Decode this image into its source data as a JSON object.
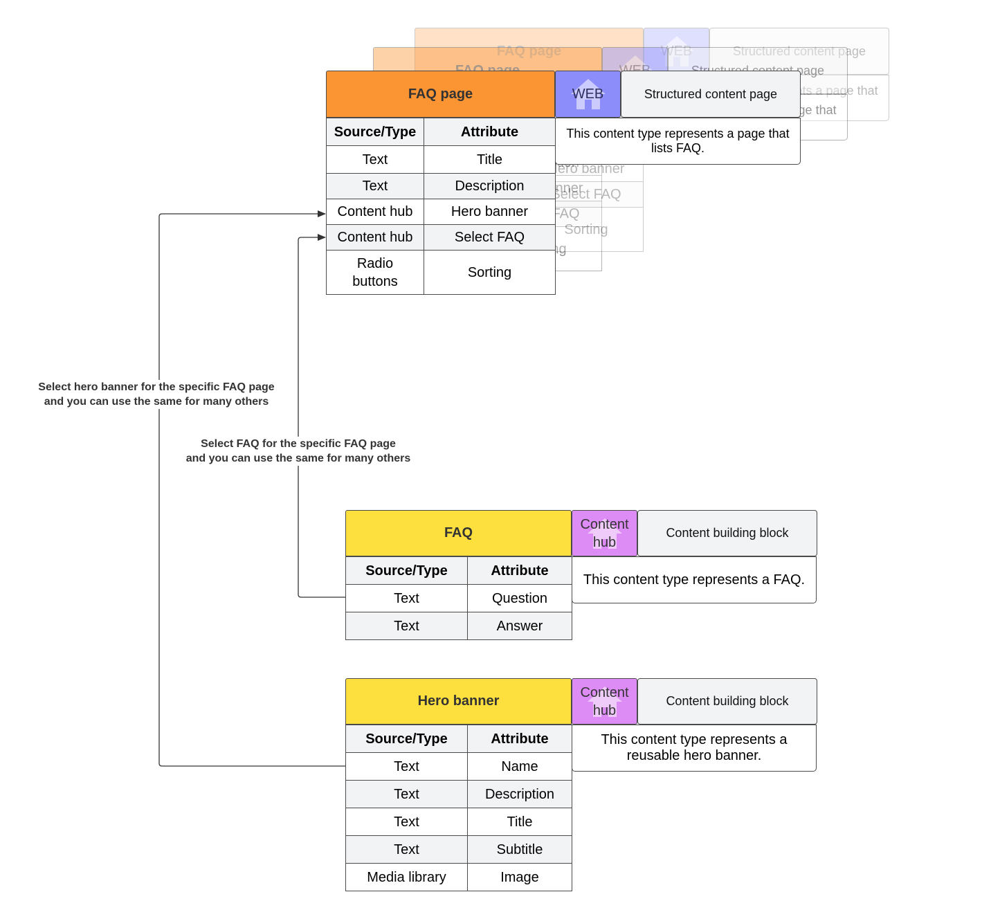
{
  "faq_page": {
    "title": "FAQ page",
    "badge": "WEB",
    "badge_icon": "house-icon",
    "kind": "Structured content page",
    "description": "This content type represents a page that lists FAQ.",
    "columns": [
      "Source/Type",
      "Attribute"
    ],
    "rows": [
      {
        "source": "Text",
        "attribute": "Title"
      },
      {
        "source": "Text",
        "attribute": "Description"
      },
      {
        "source": "Content hub",
        "attribute": "Hero banner"
      },
      {
        "source": "Content hub",
        "attribute": "Select FAQ"
      },
      {
        "source": "Radio buttons",
        "attribute": "Sorting"
      }
    ]
  },
  "faq": {
    "title": "FAQ",
    "badge": "Content hub",
    "badge_icon": "house-icon",
    "kind": "Content building block",
    "description": "This content type represents a FAQ.",
    "columns": [
      "Source/Type",
      "Attribute"
    ],
    "rows": [
      {
        "source": "Text",
        "attribute": "Question"
      },
      {
        "source": "Text",
        "attribute": "Answer"
      }
    ]
  },
  "hero_banner": {
    "title": "Hero banner",
    "badge": "Content hub",
    "badge_icon": "house-icon",
    "kind": "Content building block",
    "description": "This content type represents a reusable hero banner.",
    "columns": [
      "Source/Type",
      "Attribute"
    ],
    "rows": [
      {
        "source": "Text",
        "attribute": "Name"
      },
      {
        "source": "Text",
        "attribute": "Description"
      },
      {
        "source": "Text",
        "attribute": "Title"
      },
      {
        "source": "Text",
        "attribute": "Subtitle"
      },
      {
        "source": "Media library",
        "attribute": "Image"
      }
    ]
  },
  "notes": {
    "hero_line1": "Select hero banner for the specific FAQ page",
    "hero_line2": "and you can use the same for many others",
    "faq_line1": "Select FAQ for the specific FAQ page",
    "faq_line2": "and you can use the same for many others"
  },
  "colors": {
    "page_header": "#fb9433",
    "block_header": "#fde03d",
    "web_badge": "#8c8cfb",
    "hub_badge": "#dc8cf4",
    "kind_box": "#f2f3f5"
  }
}
